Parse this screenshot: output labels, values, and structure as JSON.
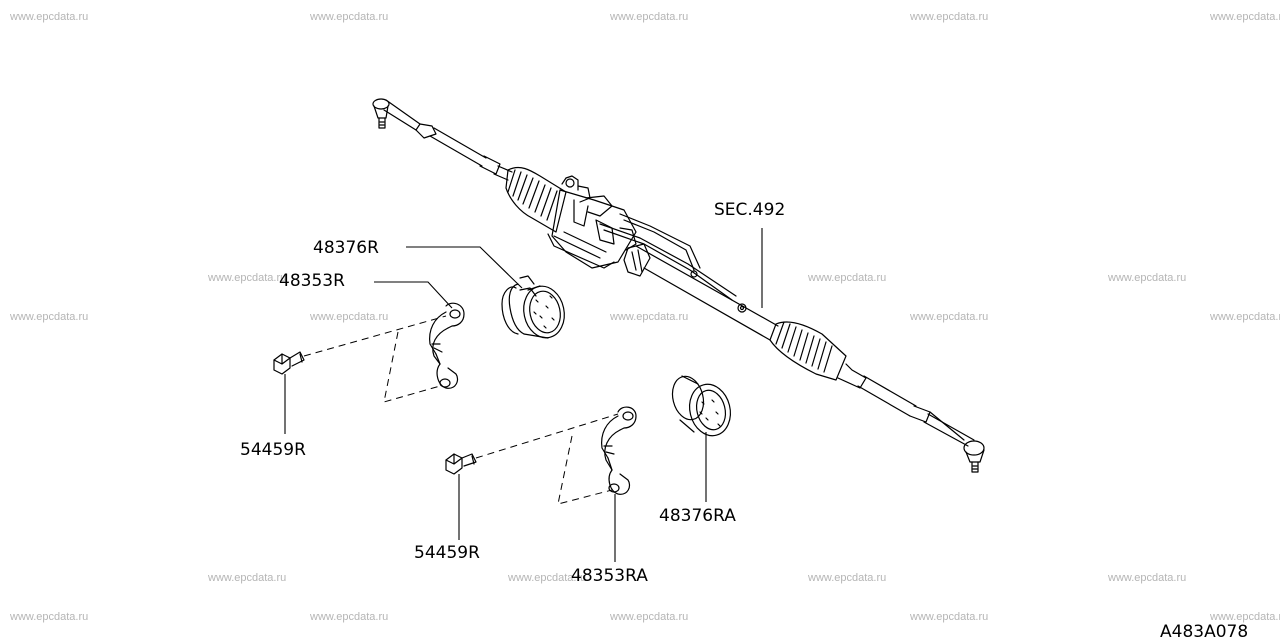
{
  "watermark": "www.epcdata.ru",
  "diagram_code": "A483A078",
  "parts": {
    "sec492": "SEC.492",
    "p48376r": "48376R",
    "p48353r": "48353R",
    "p54459r_left": "54459R",
    "p54459r_bottom": "54459R",
    "p48353ra": "48353RA",
    "p48376ra": "48376RA"
  },
  "colors": {
    "ink": "#000000",
    "watermark": "#b5b5b5",
    "background": "#ffffff"
  }
}
